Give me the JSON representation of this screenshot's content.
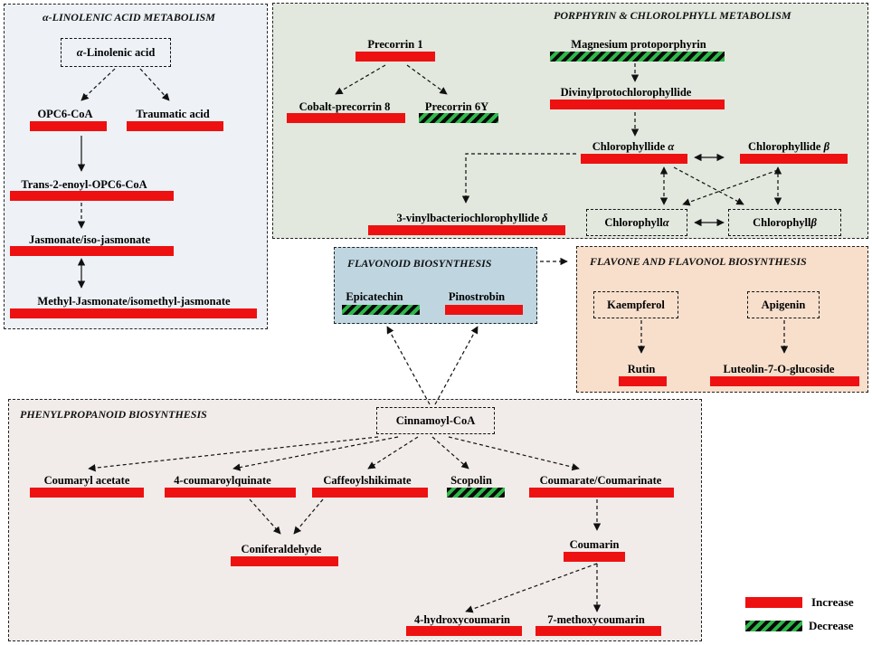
{
  "panels": {
    "alpha": "α-LINOLENIC ACID METABOLISM",
    "porphyrin": "PORPHYRIN & CHLOROLPHYLL METABOLISM",
    "flavonoid": "FLAVONOID BIOSYNTHESIS",
    "flavone": "FLAVONE AND FLAVONOL BIOSYNTHESIS",
    "phenyl": "PHENYLPROPANOID BIOSYNTHESIS"
  },
  "nodes": {
    "alpha_linolenic": {
      "label": "α-Linolenic acid",
      "status": "none"
    },
    "opc6_coa": {
      "label": "OPC6-CoA",
      "status": "increase"
    },
    "traumatic": {
      "label": "Traumatic acid",
      "status": "increase"
    },
    "trans2": {
      "label": "Trans-2-enoyl-OPC6-CoA",
      "status": "increase"
    },
    "jasmonate": {
      "label": "Jasmonate/iso-jasmonate",
      "status": "increase"
    },
    "methyljas": {
      "label": "Methyl-Jasmonate/isomethyl-jasmonate",
      "status": "increase"
    },
    "precorrin1": {
      "label": "Precorrin 1",
      "status": "increase"
    },
    "cobalt": {
      "label": "Cobalt-precorrin 8",
      "status": "increase"
    },
    "precorrin6y": {
      "label": "Precorrin 6Y",
      "status": "decrease"
    },
    "mgproto": {
      "label": "Magnesium protoporphyrin",
      "status": "decrease"
    },
    "divinyl": {
      "label": "Divinylprotochlorophyllide",
      "status": "increase"
    },
    "chlidea": {
      "label": "Chlorophyllide α",
      "status": "increase"
    },
    "chlideb": {
      "label": "Chlorophyllide β",
      "status": "increase"
    },
    "vinylbact": {
      "label": "3-vinylbacteriochlorophyllide δ",
      "status": "increase"
    },
    "chla": {
      "label": "Chlorophyll α",
      "status": "none"
    },
    "chlb": {
      "label": "Chlorophyll β",
      "status": "none"
    },
    "epicatechin": {
      "label": "Epicatechin",
      "status": "decrease"
    },
    "pinostrobin": {
      "label": "Pinostrobin",
      "status": "increase"
    },
    "kaempferol": {
      "label": "Kaempferol",
      "status": "none"
    },
    "apigenin": {
      "label": "Apigenin",
      "status": "none"
    },
    "rutin": {
      "label": "Rutin",
      "status": "increase"
    },
    "luteolin": {
      "label": "Luteolin-7-O-glucoside",
      "status": "increase"
    },
    "cinnamoyl": {
      "label": "Cinnamoyl-CoA",
      "status": "none"
    },
    "coumaryl": {
      "label": "Coumaryl acetate",
      "status": "increase"
    },
    "coumaroylquinate": {
      "label": "4-coumaroylquinate",
      "status": "increase"
    },
    "caffeoyl": {
      "label": "Caffeoylshikimate",
      "status": "increase"
    },
    "scopolin": {
      "label": "Scopolin",
      "status": "decrease"
    },
    "coumarate": {
      "label": "Coumarate/Coumarinate",
      "status": "increase"
    },
    "coniferal": {
      "label": "Coniferaldehyde",
      "status": "increase"
    },
    "coumarin": {
      "label": "Coumarin",
      "status": "increase"
    },
    "hydroxy": {
      "label": "4-hydroxycoumarin",
      "status": "increase"
    },
    "methoxy": {
      "label": "7-methoxycoumarin",
      "status": "increase"
    }
  },
  "legend": {
    "increase": "Increase",
    "decrease": "Decrease",
    "increase_color": "#ee1111",
    "decrease_colors": [
      "#0a0a0a",
      "#2fb84a"
    ]
  }
}
